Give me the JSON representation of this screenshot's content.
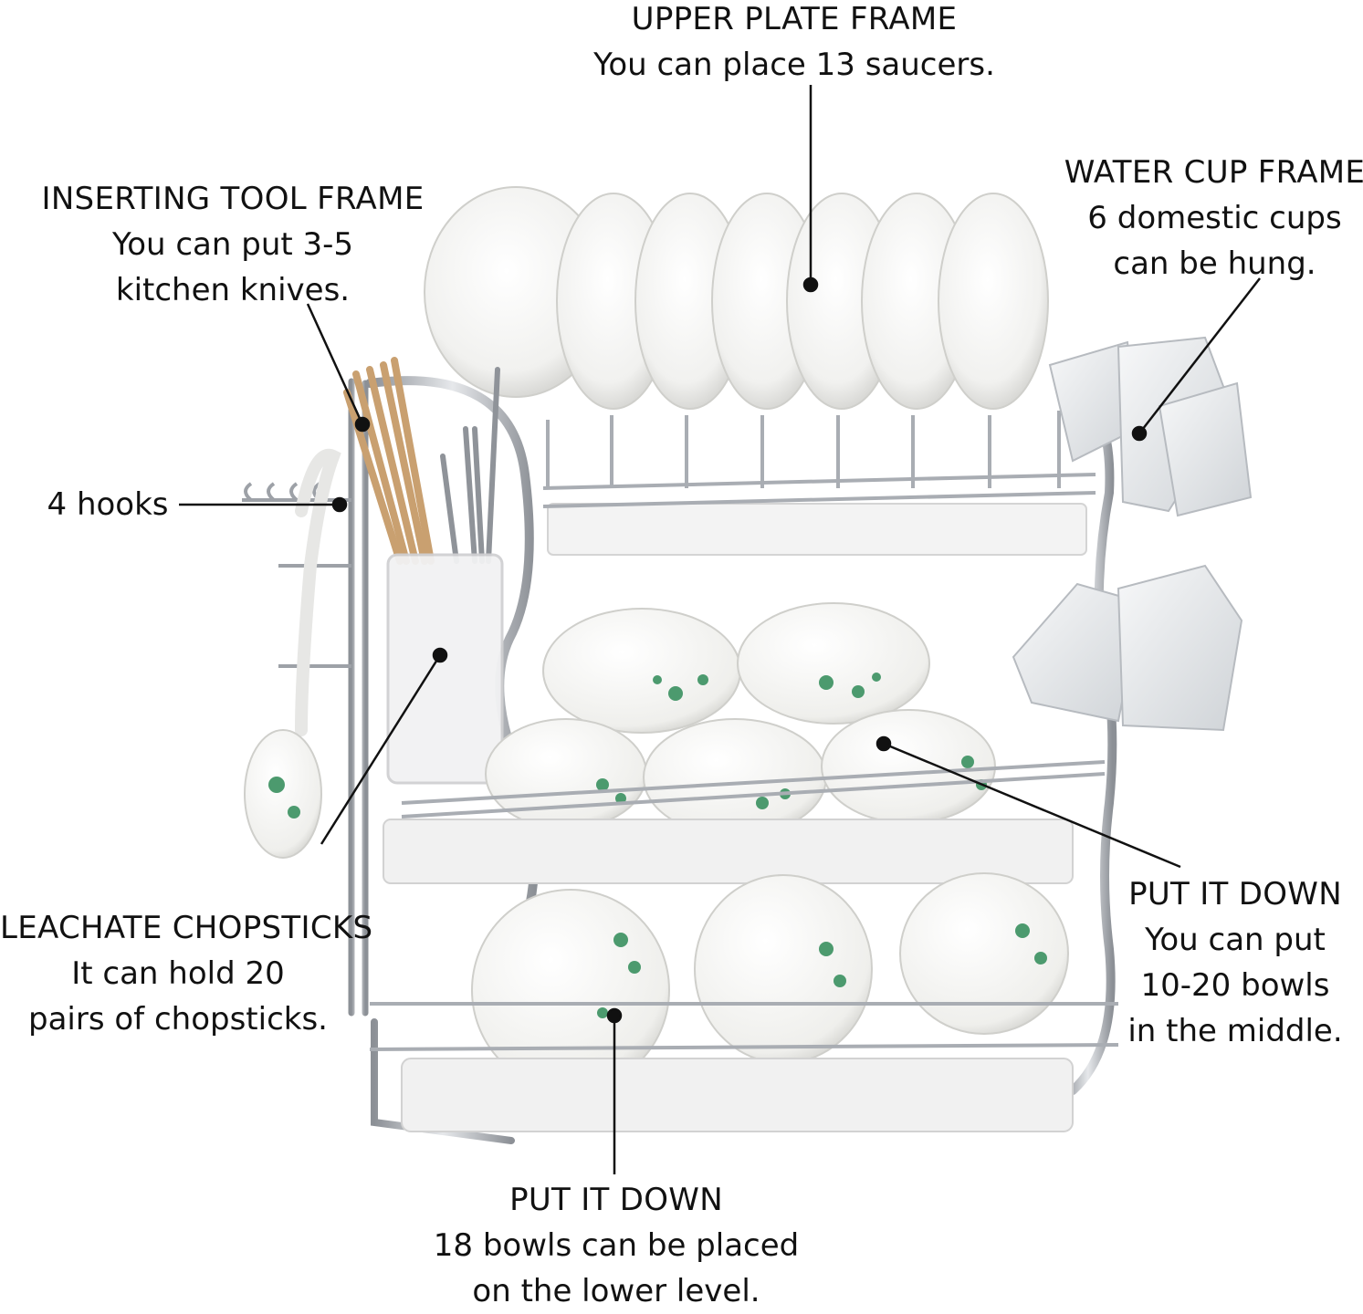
{
  "callouts": {
    "upper_plate": {
      "heading": "UPPER PLATE FRAME",
      "lines": [
        "You can place 13 saucers."
      ]
    },
    "tool_frame": {
      "heading": "INSERTING TOOL FRAME",
      "lines": [
        "You can put 3-5",
        "kitchen knives."
      ]
    },
    "cup_frame": {
      "heading": "WATER CUP FRAME",
      "lines": [
        "6 domestic cups",
        "can be hung."
      ]
    },
    "hooks": {
      "heading": "4 hooks",
      "lines": []
    },
    "chopsticks": {
      "heading": "LEACHATE CHOPSTICKS",
      "lines": [
        "It can hold 20",
        "pairs of chopsticks."
      ]
    },
    "middle_level": {
      "heading": "PUT IT DOWN",
      "lines": [
        "You can put",
        "10-20 bowls",
        "in the middle."
      ]
    },
    "lower_level": {
      "heading": "PUT IT DOWN",
      "lines": [
        "18 bowls can be placed",
        "on the lower level."
      ]
    }
  },
  "colors": {
    "background": "#ffffff",
    "text": "#111111",
    "chrome": "#b8bcc2",
    "porcelain": "#f4f4f2",
    "leaf_green": "#4c9a6e"
  }
}
